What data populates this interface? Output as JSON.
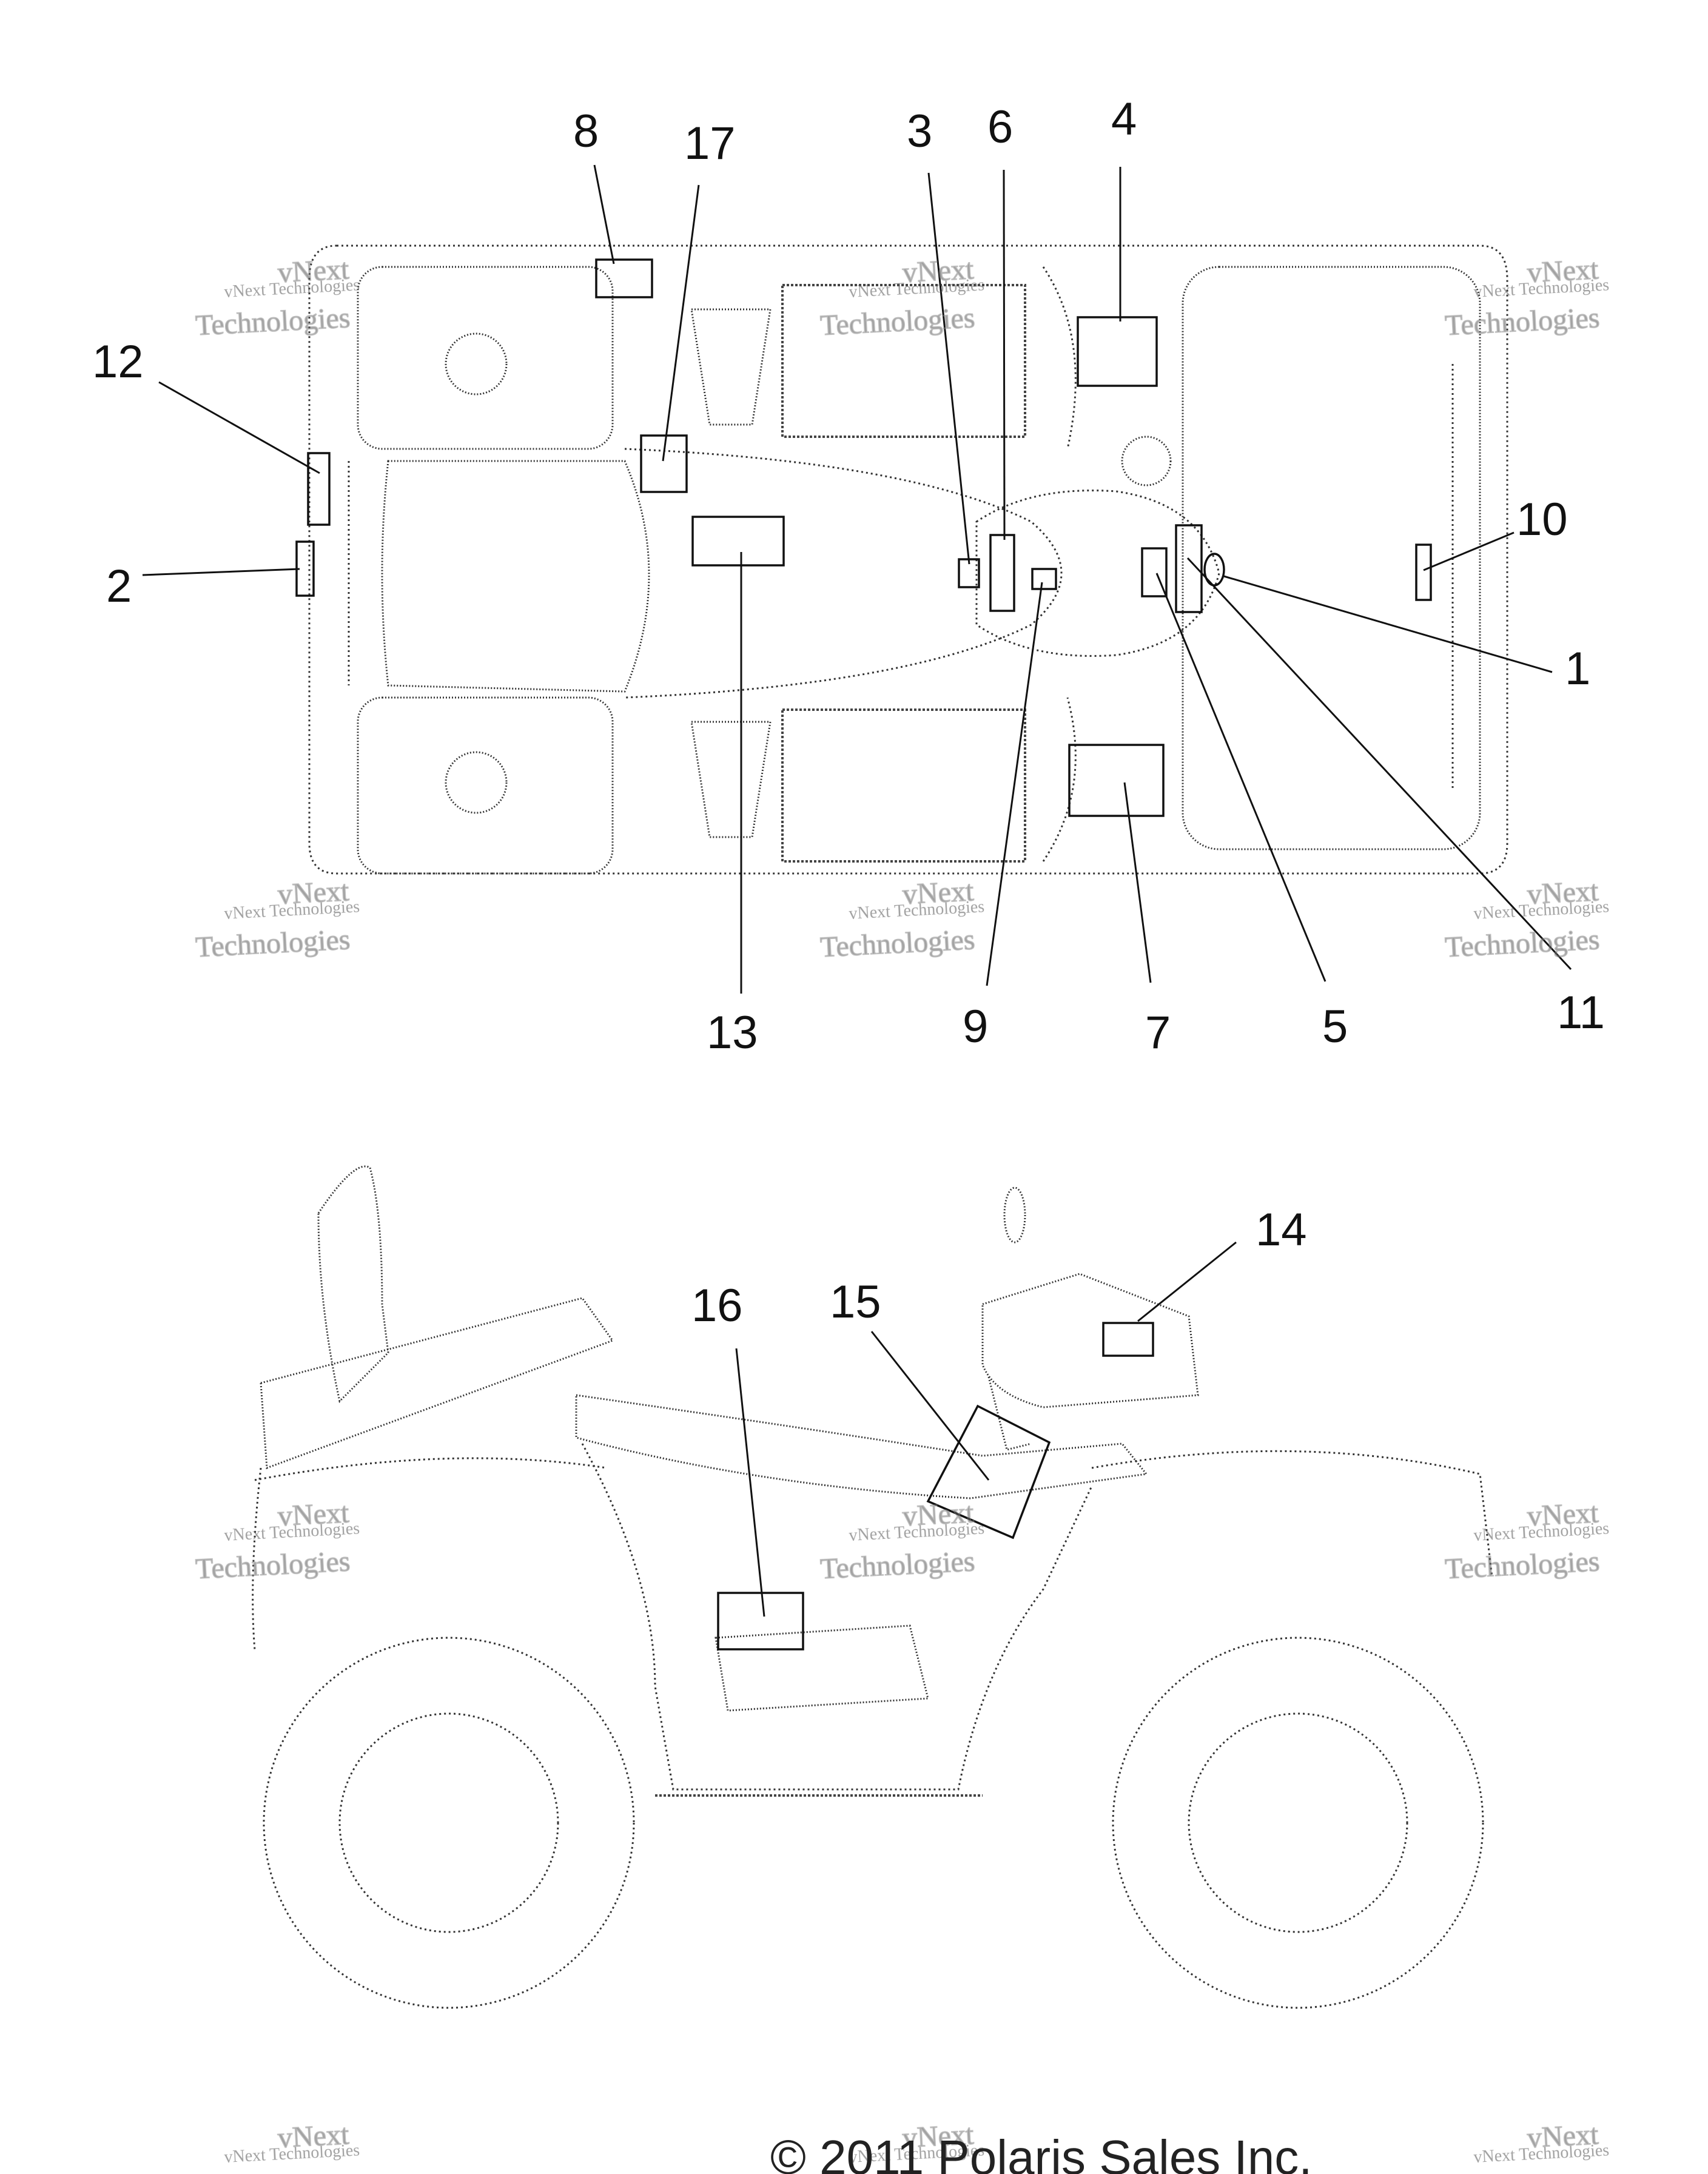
{
  "callouts": {
    "c1": "1",
    "c2": "2",
    "c3": "3",
    "c4": "4",
    "c5": "5",
    "c6": "6",
    "c7": "7",
    "c8": "8",
    "c9": "9",
    "c10": "10",
    "c11": "11",
    "c12": "12",
    "c13": "13",
    "c14": "14",
    "c15": "15",
    "c16": "16",
    "c17": "17"
  },
  "watermark": {
    "line1": "vNext Technologies",
    "big1": "vNext",
    "big2": "Technologies"
  },
  "footer": {
    "copyright": "© 2011 Polaris Sales Inc."
  },
  "colors": {
    "line": "#111111",
    "outline": "#333333",
    "watermark": "#555555",
    "background": "#ffffff"
  }
}
